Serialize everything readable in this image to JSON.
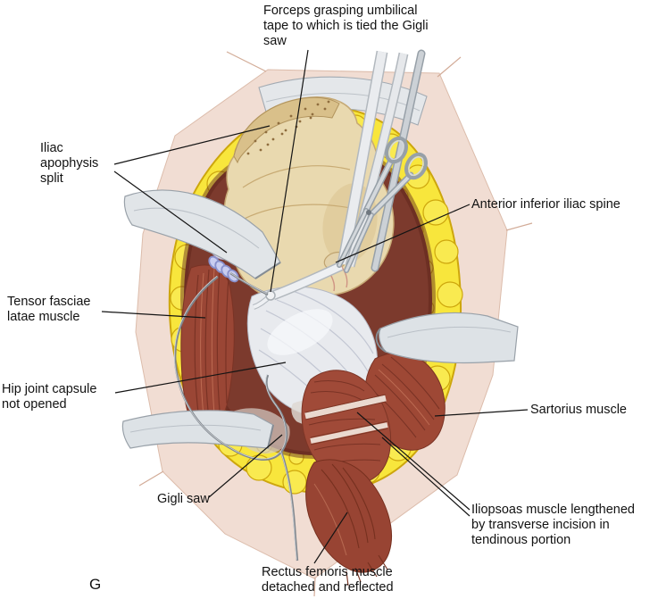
{
  "figure": {
    "panel_letter": "G",
    "labels": {
      "forceps": "Forceps grasping umbilical tape to which is tied the Gigli saw",
      "iliac_apophysis": "Iliac apophysis split",
      "anterior_inferior_iliac_spine": "Anterior inferior iliac spine",
      "tensor_fasciae_latae": "Tensor fasciae latae muscle",
      "hip_joint_capsule": "Hip joint capsule not opened",
      "sartorius": "Sartorius muscle",
      "gigli_saw": "Gigli saw",
      "iliopsoas": "Iliopsoas muscle lengthened by transverse incision in tendinous portion",
      "rectus_femoris": "Rectus femoris muscle detached and reflected"
    },
    "colors": {
      "skin": "#f1ddd3",
      "fat": "#f8e63c",
      "fat_outline": "#cda60d",
      "wound_base": "#7c3a2d",
      "muscle": "#9e4835",
      "muscle_dark": "#7a3325",
      "bone": "#e9d9af",
      "capsule": "#e8eaee",
      "instrument": "#dde2e6",
      "gigli_coil": "#c9cdf0",
      "leader_line": "#141414"
    }
  }
}
